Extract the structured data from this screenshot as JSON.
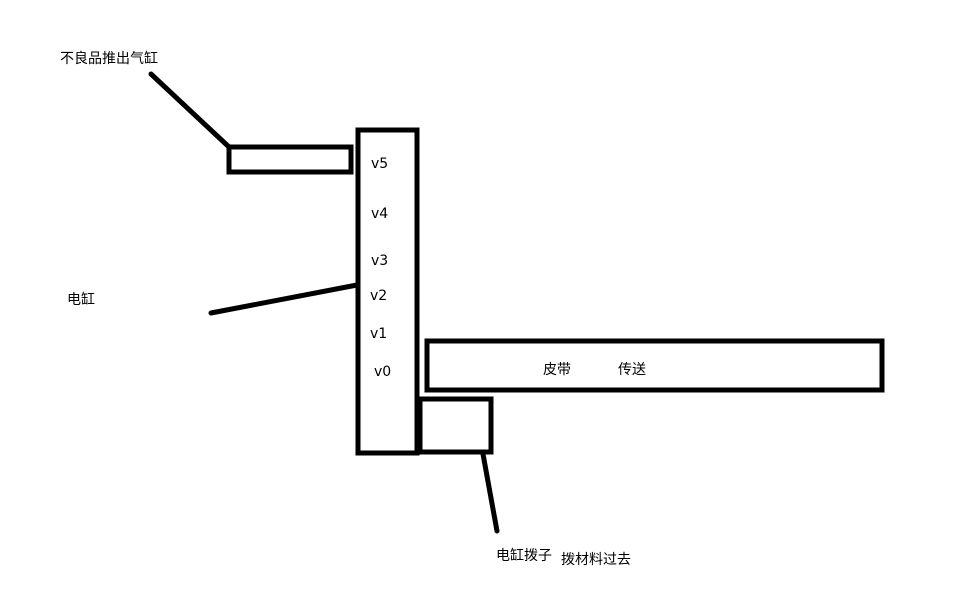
{
  "labels": {
    "reject_cylinder": "不良品推出气缸",
    "electric_cylinder": "电缸",
    "belt": "皮带",
    "conveyor": "传送",
    "cylinder_pusher": "电缸拨子",
    "push_material": "拨材料过去"
  },
  "positions": [
    "v5",
    "v4",
    "v3",
    "v2",
    "v1",
    "v0"
  ]
}
